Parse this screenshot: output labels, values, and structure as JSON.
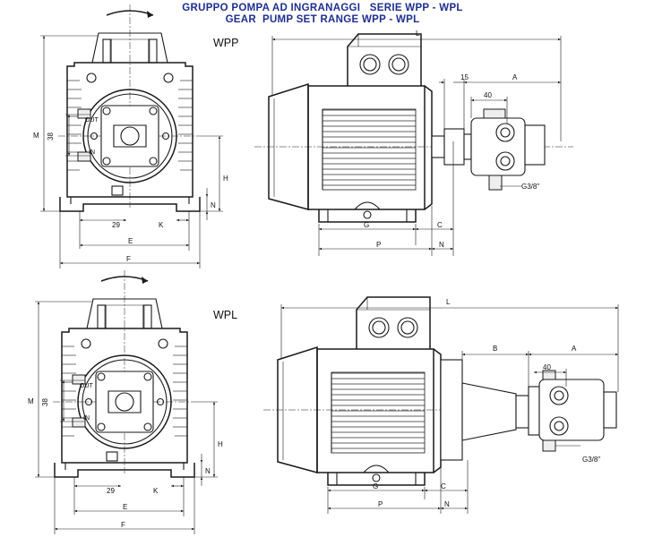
{
  "header": {
    "title_it": "GRUPPO POMPA AD INGRANAGGI   SERIE WPP - WPL",
    "title_en": "GEAR  PUMP SET RANGE WPP - WPL"
  },
  "views": {
    "wpp": {
      "name": "WPP",
      "front": {
        "M": "M",
        "dim38": "38",
        "out": "OUT",
        "in": "IN",
        "H": "H",
        "N": "N",
        "dim29": "29",
        "K": "K",
        "E": "E",
        "F": "F"
      },
      "side": {
        "L": "L",
        "dim15": "15",
        "A": "A",
        "dim40": "40",
        "thread": "G3/8\"",
        "G": "G",
        "C": "C",
        "P": "P",
        "N": "N"
      }
    },
    "wpl": {
      "name": "WPL",
      "front": {
        "M": "M",
        "dim38": "38",
        "out": "OUT",
        "in": "IN",
        "H": "H",
        "N": "N",
        "dim29": "29",
        "K": "K",
        "E": "E",
        "F": "F"
      },
      "side": {
        "L": "L",
        "B": "B",
        "A": "A",
        "dim40": "40",
        "thread": "G3/8\"",
        "G": "G",
        "C": "C",
        "P": "P",
        "N": "N"
      }
    }
  }
}
